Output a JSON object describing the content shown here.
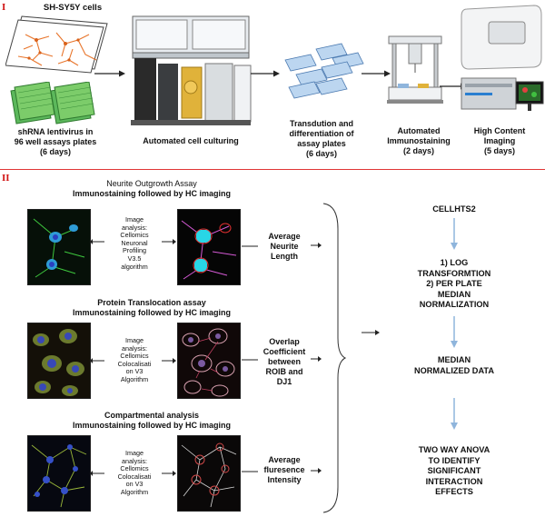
{
  "section1": {
    "numeral": "I",
    "cells_label": "SH-SY5Y cells",
    "shrna_label": [
      "shRNA lentivirus in",
      "96 well assays plates",
      "(6 days)"
    ],
    "culturing_label": "Automated cell culturing",
    "transduction_label": [
      "Transdution and",
      "differentiation of",
      "assay plates",
      "(6 days)"
    ],
    "immuno_label": [
      "Automated",
      "Immunostaining",
      "(2 days)"
    ],
    "hci_label": [
      "High Content",
      "Imaging",
      "(5 days)"
    ]
  },
  "section2": {
    "numeral": "II",
    "assays": [
      {
        "title": [
          "Neurite Outgrowth Assay",
          "Immunostaining followed by HC imaging"
        ],
        "analysis": [
          "Image",
          "analysis:",
          "Cellomics",
          "Neuronal",
          "Profiling",
          "V3.5",
          "algorithm"
        ],
        "output": [
          "Average",
          "Neurite",
          "Length"
        ]
      },
      {
        "title": [
          "Protein Translocation assay",
          "Immunostaining followed by HC imaging"
        ],
        "analysis": [
          "Image",
          "analysis:",
          "Cellomics",
          "Colocalisati",
          "on V3",
          "Algorithm"
        ],
        "output": [
          "Overlap",
          "Coefficient",
          "between",
          "ROIB and",
          "DJ1"
        ]
      },
      {
        "title": [
          "Compartmental analysis",
          "Immunostaining followed by HC imaging"
        ],
        "analysis": [
          "Image",
          "analysis:",
          "Cellomics",
          "Colocalisati",
          "on V3",
          "Algorithm"
        ],
        "output": [
          "Average",
          "fluresence",
          "Intensity"
        ]
      }
    ],
    "pipeline": {
      "step1": "CELLHTS2",
      "step2": [
        "1) LOG",
        "TRANSFORMTION",
        "2) PER PLATE",
        "MEDIAN",
        "NORMALIZATION"
      ],
      "step3": [
        "MEDIAN",
        "NORMALIZED DATA"
      ],
      "step4": [
        "TWO WAY ANOVA",
        "TO IDENTIFY",
        "SIGNIFICANT",
        "INTERACTION",
        "EFFECTS"
      ]
    },
    "colors": {
      "arrow_blue": "#8fb5dc",
      "separator_red": "#e03535"
    }
  }
}
